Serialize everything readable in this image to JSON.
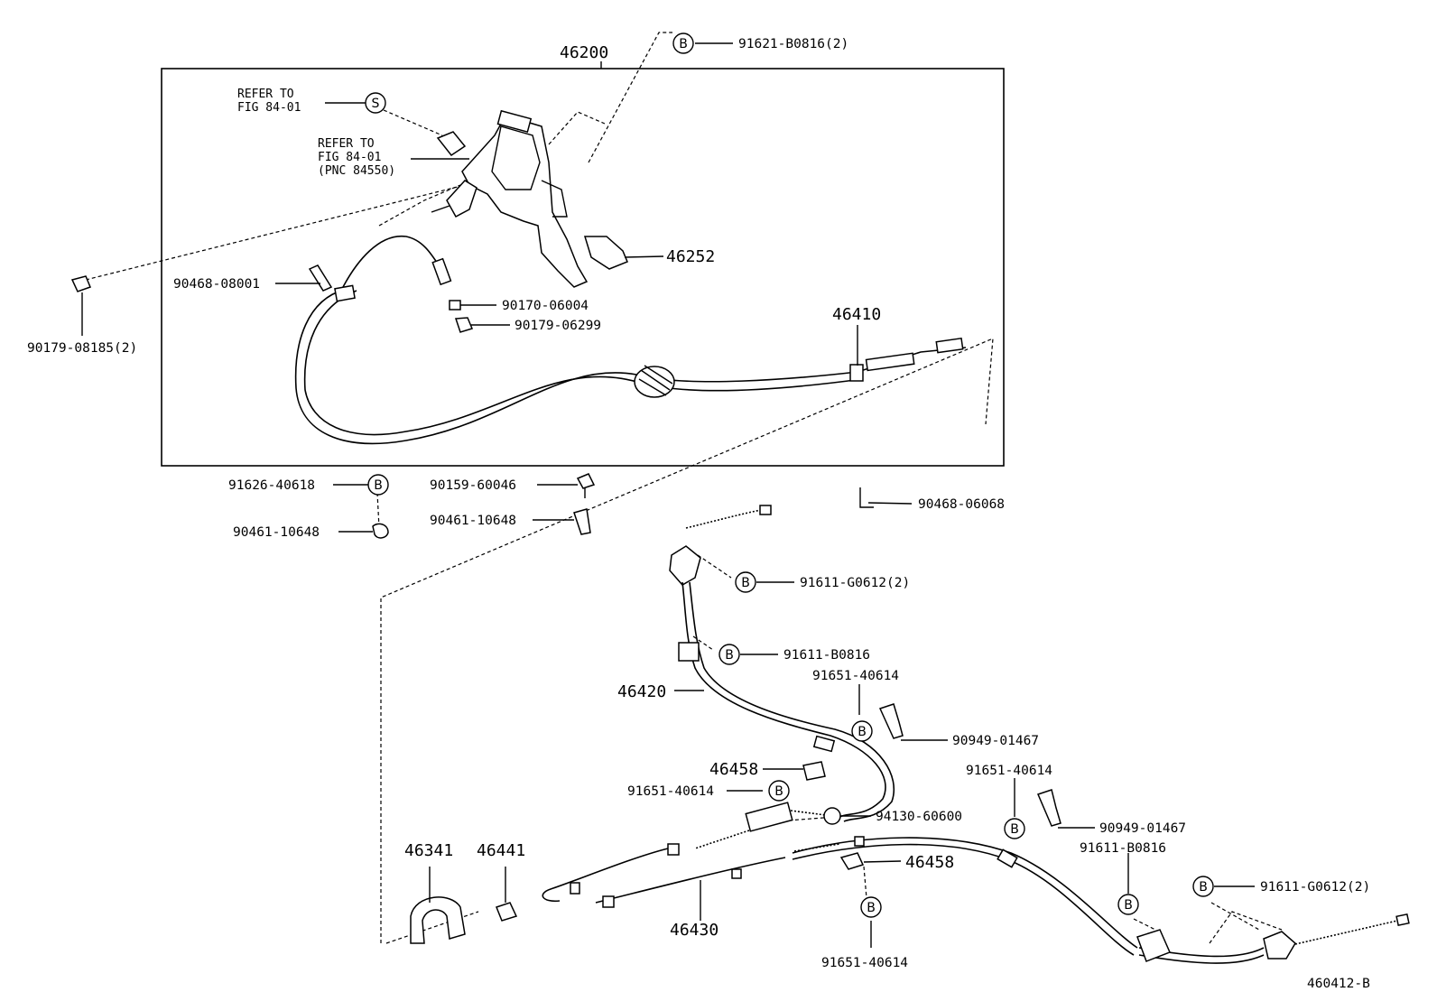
{
  "diagram_id": "460412-B",
  "refer_note_1": [
    "REFER TO",
    "FIG 84-01"
  ],
  "refer_note_2": [
    "REFER TO",
    "FIG 84-01",
    "(PNC 84550)"
  ],
  "callout_symbols": {
    "bolt": "B",
    "screw": "S"
  },
  "labels": {
    "l46200": "46200",
    "l91621": "91621-B0816(2)",
    "l46252": "46252",
    "l90468a": "90468-08001",
    "l90170": "90170-06004",
    "l90179a": "90179-06299",
    "l90179b": "90179-08185(2)",
    "l46410": "46410",
    "l91626": "91626-40618",
    "l90461a": "90461-10648",
    "l90159": "90159-60046",
    "l90461b": "90461-10648",
    "l90468b": "90468-06068",
    "l91611a": "91611-G0612(2)",
    "l91611b": "91611-B0816",
    "l91651a": "91651-40614",
    "l46420": "46420",
    "l90949a": "90949-01467",
    "l46458a": "46458",
    "l91651b": "91651-40614",
    "l94130": "94130-60600",
    "l91651c": "91651-40614",
    "l90949b": "90949-01467",
    "l91611c": "91611-B0816",
    "l46341": "46341",
    "l46441": "46441",
    "l46458b": "46458",
    "l91611d": "91611-G0612(2)",
    "l46430": "46430",
    "l91651d": "91651-40614"
  }
}
